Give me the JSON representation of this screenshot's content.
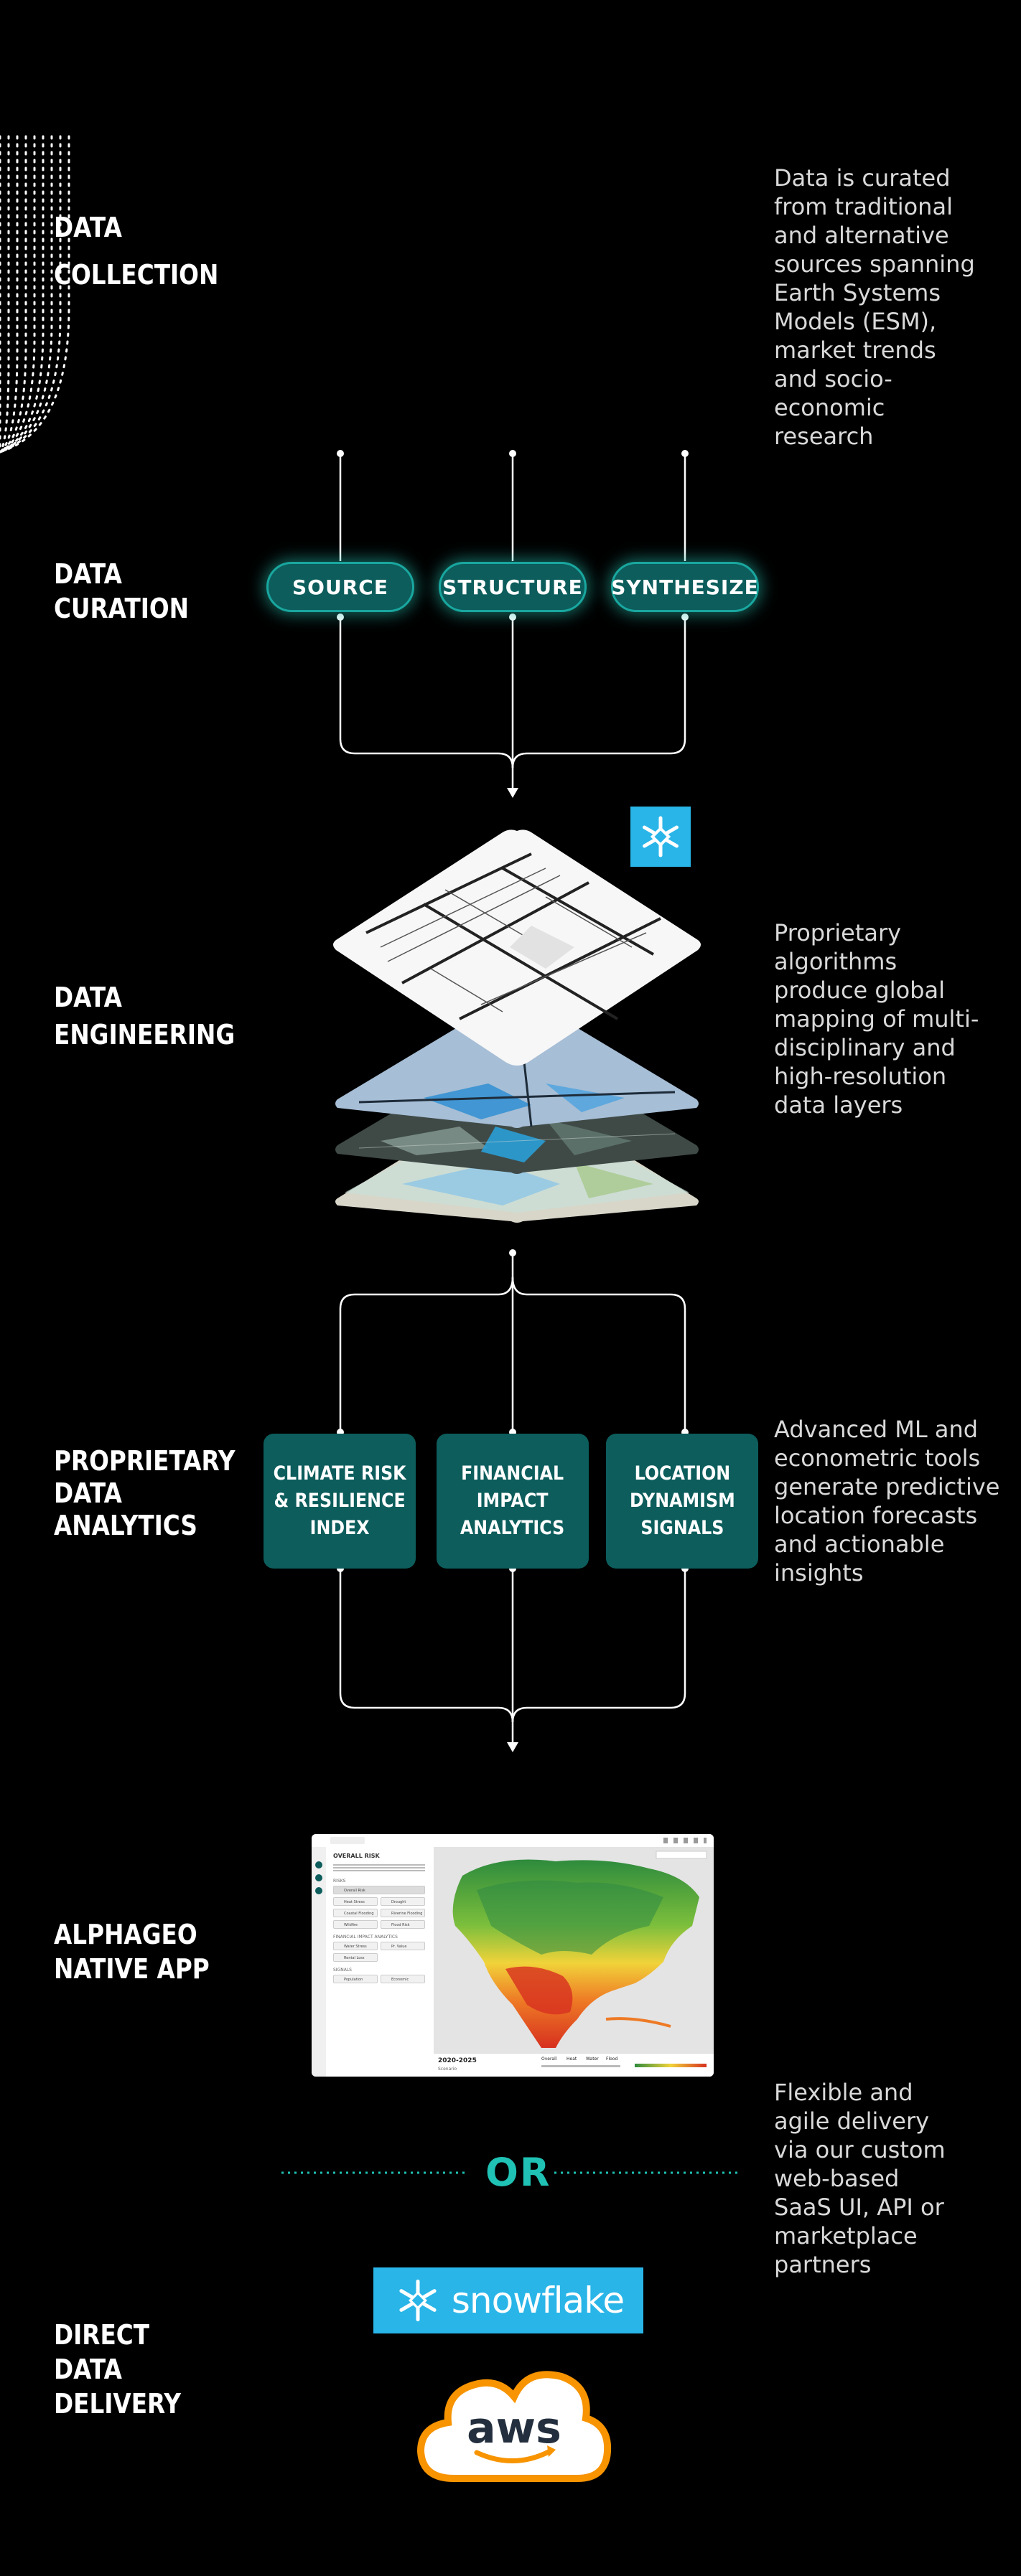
{
  "sections": {
    "collection": "DATA\nCOLLECTION",
    "curation": "DATA\nCURATION",
    "engineering": "DATA\nENGINEERING",
    "analytics": "PROPRIETARY\nDATA\nANALYTICS",
    "app": "ALPHAGEO\nNATIVE APP",
    "delivery": "DIRECT\nDATA\nDELIVERY"
  },
  "descriptions": {
    "collection": "Data is curated\nfrom traditional\nand alternative\nsources spanning\nEarth Systems\nModels (ESM),\nmarket trends\nand socio-\neconomic\nresearch",
    "engineering": "Proprietary\nalgorithms\nproduce global\nmapping of multi-\ndisciplinary and\nhigh-resolution\ndata layers",
    "analytics": "Advanced ML and\neconometric tools\ngenerate predictive\nlocation forecasts\nand actionable\ninsights",
    "delivery": "Flexible and\nagile delivery\nvia our custom\nweb-based\nSaaS UI, API or\nmarketplace\npartners"
  },
  "curation_steps": [
    "SOURCE",
    "STRUCTURE",
    "SYNTHESIZE"
  ],
  "analytics_boxes": [
    "CLIMATE RISK\n& RESILIENCE\nINDEX",
    "FINANCIAL\nIMPACT\nANALYTICS",
    "LOCATION\nDYNAMISM\nSIGNALS"
  ],
  "or_label": "OR",
  "snowflake_logo": "snowflake",
  "aws_logo": "aws",
  "app_screen": {
    "panel_title": "OVERALL RISK",
    "section_risks": "RISKS",
    "section_fin": "FINANCIAL IMPACT ANALYTICS",
    "section_signals": "SIGNALS",
    "items": [
      "Overall Risk",
      "Heat Stress",
      "Drought",
      "Coastal Flooding",
      "Riverine Flooding",
      "Wildfire",
      "Flood Risk",
      "Water Stress",
      "Pr. Value",
      "Rental Loss",
      "Population",
      "Economic"
    ],
    "year_range": "2020-2025",
    "scenario": "Scenario",
    "tabs": [
      "Overall",
      "Heat",
      "Water",
      "Flood"
    ]
  },
  "colors": {
    "accent": "#1fc2b4",
    "teal_box": "#0c5d5c",
    "snowflake": "#29b5e8",
    "aws_orange": "#f79400"
  }
}
